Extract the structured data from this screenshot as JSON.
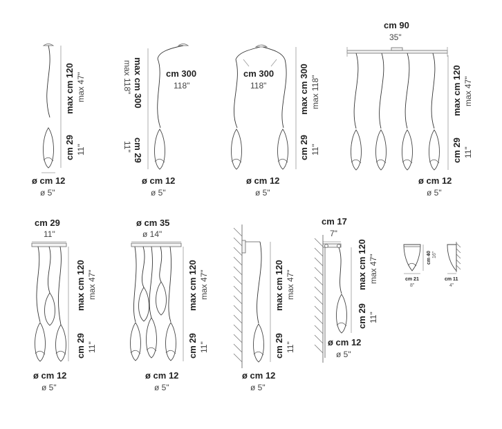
{
  "figures": [
    {
      "name": "single-pendant",
      "labels": {
        "height": "max cm 120",
        "height_in": "max 47\"",
        "shade": "cm 29",
        "shade_in": "11\"",
        "diameter": "ø cm 12",
        "diameter_in": "ø 5\""
      }
    },
    {
      "name": "decentralized-pendant",
      "labels": {
        "height": "max cm 300",
        "height_in": "max 118\"",
        "cable": "cm 300",
        "cable_in": "118\"",
        "shade": "cm 29",
        "shade_in": "11\"",
        "diameter": "ø cm 12",
        "diameter_in": "ø 5\""
      }
    },
    {
      "name": "double-decentralized-pendant",
      "labels": {
        "cable": "cm 300",
        "cable_in": "118\"",
        "height": "max cm 300",
        "height_in": "max 118\"",
        "shade": "cm 29",
        "shade_in": "11\"",
        "diameter": "ø cm 12",
        "diameter_in": "ø 5\""
      }
    },
    {
      "name": "linear-four-pendant",
      "labels": {
        "width": "cm 90",
        "width_in": "35\"",
        "height": "max cm 120",
        "height_in": "max 47\"",
        "shade": "cm 29",
        "shade_in": "11\"",
        "diameter": "ø cm 12",
        "diameter_in": "ø 5\""
      }
    },
    {
      "name": "three-pendant-canopy",
      "labels": {
        "width": "cm 29",
        "width_in": "11\"",
        "height": "max cm 120",
        "height_in": "max 47\"",
        "shade": "cm 29",
        "shade_in": "11\"",
        "diameter": "ø cm 12",
        "diameter_in": "ø 5\""
      }
    },
    {
      "name": "round-canopy-cluster",
      "labels": {
        "canopy": "ø cm 35",
        "canopy_in": "ø 14\"",
        "height": "max cm 120",
        "height_in": "max 47\"",
        "shade": "cm 29",
        "shade_in": "11\"",
        "diameter": "ø cm 12",
        "diameter_in": "ø 5\""
      }
    },
    {
      "name": "wall-pendant",
      "labels": {
        "height": "max cm 120",
        "height_in": "max 47\"",
        "shade": "cm 29",
        "shade_in": "11\"",
        "diameter": "ø cm 12",
        "diameter_in": "ø 5\""
      }
    },
    {
      "name": "wall-arm-pendant",
      "labels": {
        "arm": "cm 17",
        "arm_in": "7\"",
        "height": "max cm 120",
        "height_in": "max 47\"",
        "shade": "cm 29",
        "shade_in": "11\"",
        "diameter": "ø cm 12",
        "diameter_in": "ø 5\""
      }
    },
    {
      "name": "wall-sconce-front",
      "labels": {
        "height": "cm 40",
        "height_in": "16\"",
        "width": "cm 21",
        "width_in": "8\""
      }
    },
    {
      "name": "wall-sconce-side",
      "labels": {
        "depth": "cm 11",
        "depth_in": "4\""
      }
    }
  ]
}
